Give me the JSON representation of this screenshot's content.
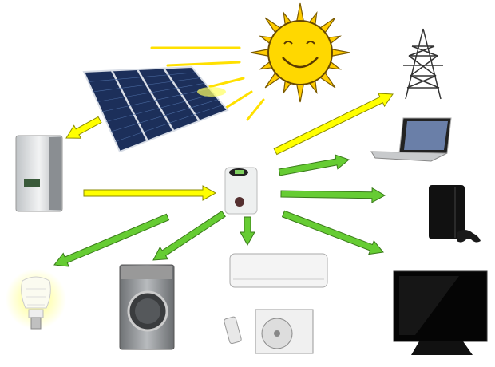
{
  "colors": {
    "background": "#ffffff",
    "solar_flow_arrow": "#ffff00",
    "consumption_arrow": "#66cc33",
    "sun": "#ffd800",
    "panel": "#1c2f5a"
  },
  "nodes": [
    {
      "id": "sun",
      "icon": "sun-icon"
    },
    {
      "id": "solar-panel",
      "icon": "solar-panel-icon"
    },
    {
      "id": "inverter",
      "icon": "inverter-icon"
    },
    {
      "id": "meter",
      "icon": "energy-meter-icon"
    },
    {
      "id": "grid",
      "icon": "power-pylon-icon"
    },
    {
      "id": "laptop",
      "icon": "laptop-icon"
    },
    {
      "id": "game-console",
      "icon": "game-console-icon"
    },
    {
      "id": "tv",
      "icon": "television-icon"
    },
    {
      "id": "air-conditioner",
      "icon": "air-conditioner-icon"
    },
    {
      "id": "washing-machine",
      "icon": "washing-machine-icon"
    },
    {
      "id": "light-bulb",
      "icon": "light-bulb-icon"
    }
  ],
  "flows": [
    {
      "from": "sun",
      "to": "solar-panel",
      "type": "sunlight"
    },
    {
      "from": "solar-panel",
      "to": "inverter",
      "type": "solar"
    },
    {
      "from": "inverter",
      "to": "meter",
      "type": "solar"
    },
    {
      "from": "meter",
      "to": "grid",
      "type": "solar"
    },
    {
      "from": "meter",
      "to": "laptop",
      "type": "consumption"
    },
    {
      "from": "meter",
      "to": "game-console",
      "type": "consumption"
    },
    {
      "from": "meter",
      "to": "tv",
      "type": "consumption"
    },
    {
      "from": "meter",
      "to": "air-conditioner",
      "type": "consumption"
    },
    {
      "from": "meter",
      "to": "washing-machine",
      "type": "consumption"
    },
    {
      "from": "meter",
      "to": "light-bulb",
      "type": "consumption"
    }
  ]
}
